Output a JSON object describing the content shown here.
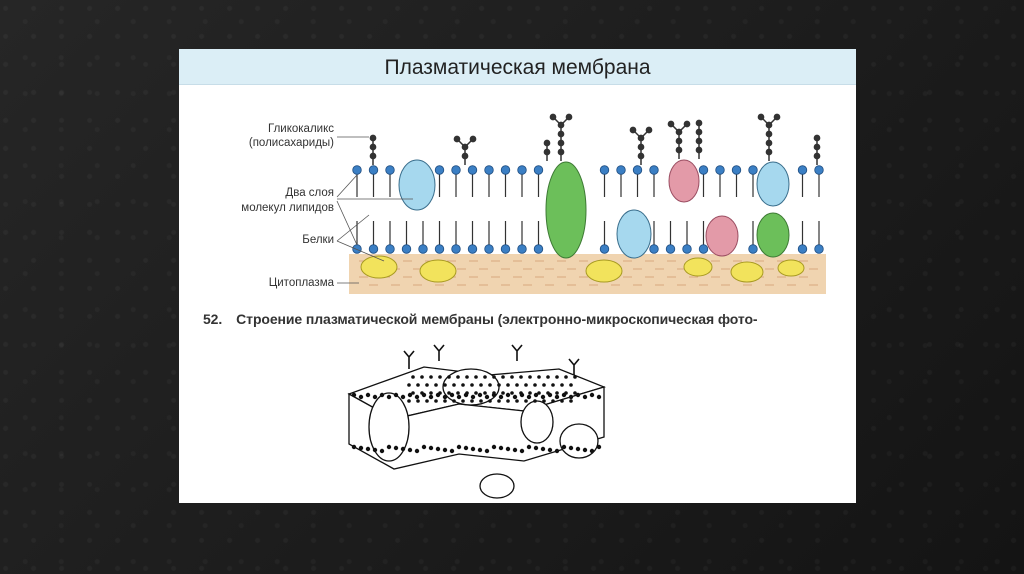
{
  "slide": {
    "title": "Плазматическая мембрана",
    "labels": {
      "glycocalyx_line1": "Гликокаликс",
      "glycocalyx_line2": "(полисахариды)",
      "bilayer_line1": "Два слоя",
      "bilayer_line2": "молекул липидов",
      "proteins": "Белки",
      "cytoplasm": "Цитоплазма"
    },
    "caption": {
      "number": "52.",
      "text": "Строение плазматической мембраны (электронно-микроскопическая фото-"
    }
  },
  "colors": {
    "title_bar": "#dbeef6",
    "lipid_head": "#3b7fc4",
    "cytoplasm": "#f0d4b0",
    "protein_blue": "#a6d8ee",
    "protein_green": "#6cbf5a",
    "protein_pink": "#e39aa8",
    "protein_yellow": "#f2e35c"
  }
}
